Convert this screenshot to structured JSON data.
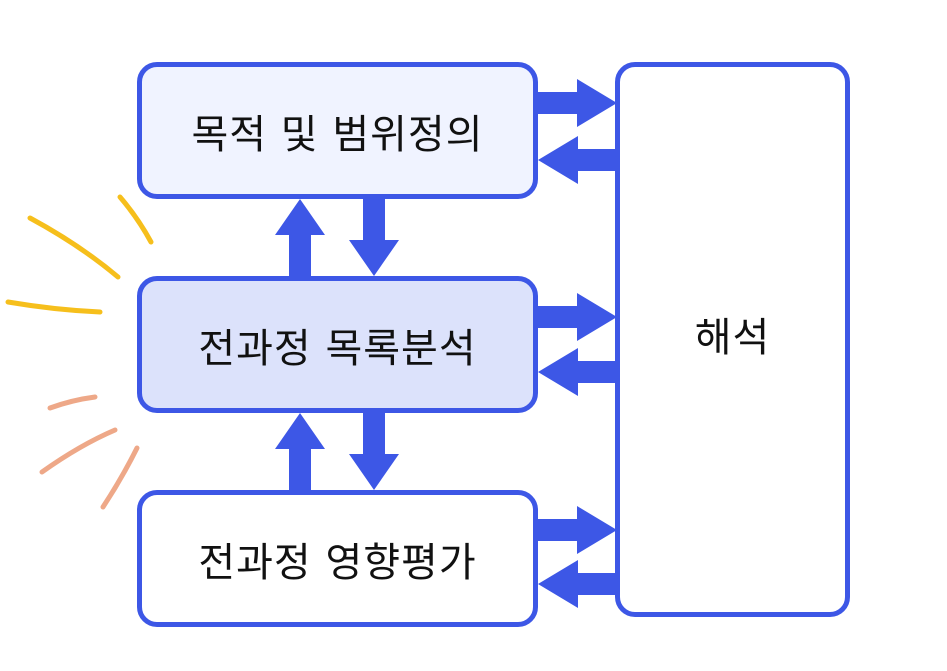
{
  "colors": {
    "accent": "#3d57e6",
    "goal_fill": "#f0f3ff",
    "inventory_fill": "#dce2fb",
    "impact_fill": "#ffffff",
    "interpret_fill": "#ffffff",
    "burst_yellow": "#f6bf1c",
    "burst_orange": "#eea888"
  },
  "boxes": {
    "goal": {
      "label": "목적 및 범위정의"
    },
    "inventory": {
      "label": "전과정 목록분석"
    },
    "impact": {
      "label": "전과정 영향평가"
    },
    "interpretation": {
      "label": "해석"
    }
  }
}
